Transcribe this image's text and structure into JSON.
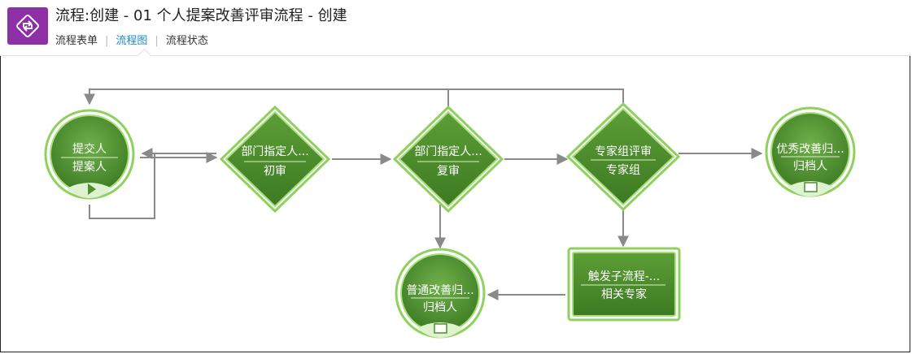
{
  "header": {
    "title": "流程:创建 - 01 个人提案改善评审流程 - 创建",
    "tabs": [
      {
        "label": "流程表单",
        "active": false
      },
      {
        "label": "流程图",
        "active": true
      },
      {
        "label": "流程状态",
        "active": false
      }
    ]
  },
  "colors": {
    "accent": "#8d2fa6",
    "tab_active": "#1e88c8",
    "node_green": "#4f8f2f",
    "node_border": "#8ed15f",
    "connector": "#8a8a8a"
  },
  "nodes": [
    {
      "id": "start",
      "type": "start",
      "line1": "提交人",
      "line2": "提案人",
      "icon": "play-icon"
    },
    {
      "id": "n1",
      "type": "decision",
      "line1": "部门指定人...",
      "line2": "初审"
    },
    {
      "id": "n2",
      "type": "decision",
      "line1": "部门指定人...",
      "line2": "复审"
    },
    {
      "id": "n3",
      "type": "decision",
      "line1": "专家组评审",
      "line2": "专家组"
    },
    {
      "id": "end1",
      "type": "end",
      "line1": "优秀改善归...",
      "line2": "归档人",
      "icon": "square-icon"
    },
    {
      "id": "end2",
      "type": "end",
      "line1": "普通改善归...",
      "line2": "归档人",
      "icon": "square-icon"
    },
    {
      "id": "sub",
      "type": "subprocess",
      "line1": "触发子流程-...",
      "line2": "相关专家"
    }
  ]
}
